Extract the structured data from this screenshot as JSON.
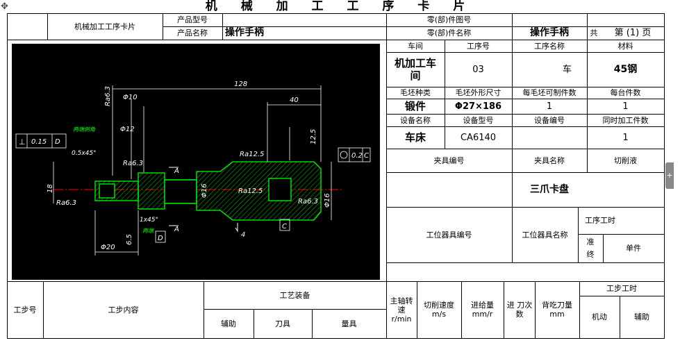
{
  "title": "机 械 加 工 工 序 卡 片",
  "header": {
    "card_name": "机械加工工序卡片",
    "product_model_label": "产品型号",
    "product_model_value": "",
    "product_name_label": "产品名称",
    "product_name_value": "操作手柄",
    "part_no_label": "零(部)件图号",
    "part_no_value": "",
    "part_name_label": "零(部)件名称",
    "part_name_value": "操作手柄",
    "total_label": "共",
    "page_label": "第 (1) 页"
  },
  "info": {
    "workshop_label": "车间",
    "workshop_value": "机加工车间",
    "process_no_label": "工序号",
    "process_no_value": "03",
    "process_name_label": "工序名称",
    "process_name_value": "车",
    "material_label": "材料",
    "material_value": "45钢",
    "blank_type_label": "毛坯种类",
    "blank_type_value": "锻件",
    "blank_size_label": "毛坯外形尺寸",
    "blank_size_value": "Φ27×186",
    "parts_per_blank_label": "每毛坯可制件数",
    "parts_per_blank_value": "1",
    "parts_per_unit_label": "每台件数",
    "parts_per_unit_value": "1",
    "equip_name_label": "设备名称",
    "equip_name_value": "车床",
    "equip_model_label": "设备型号",
    "equip_model_value": "CA6140",
    "equip_no_label": "设备编号",
    "equip_no_value": "",
    "simul_label": "同时加工件数",
    "simul_value": "1",
    "fixture_no_label": "夹具编号",
    "fixture_name_label": "夹具名称",
    "fixture_name_value": "三爪卡盘",
    "coolant_label": "切削液",
    "station_tool_no_label": "工位器具编号",
    "station_tool_name_label": "工位器具名称",
    "process_time_label": "工序工时",
    "prep_label": "准终",
    "unit_label": "单件"
  },
  "steps": {
    "step_no": "工步号",
    "step_content": "工步内容",
    "equipment": "工艺装备",
    "aux": "辅助",
    "cutter": "刀具",
    "gauge": "量具",
    "spindle": "主轴转速 r/min",
    "cut_speed": "切削速度 m/s",
    "feed": "进给量 mm/r",
    "passes": "进 刀次数",
    "depth": "背吃刀量 mm",
    "step_time": "工步工时",
    "machine": "机动",
    "aux_time": "辅助"
  },
  "drawing": {
    "dim_128": "128",
    "dim_40": "40",
    "dim_phi10": "Φ10",
    "dim_phi12": "Φ12",
    "dim_18": "18",
    "dim_phi20": "Φ20",
    "dim_65": "6.5",
    "dim_phi16a": "Φ16",
    "dim_phi16b": "Φ16",
    "dim_125": "12.5",
    "dim_4": "4",
    "chamfer_a": "0.5x45°",
    "chamfer_b": "1x45°",
    "ra_63a": "Ra6.3",
    "ra_63b": "Ra6.3",
    "ra_63c": "Ra6.3",
    "ra_125a": "Ra12.5",
    "ra_125b": "Ra12.5",
    "ra_63d": "Ra6.3",
    "gdt_left_val": "0.15",
    "gdt_left_ref": "D",
    "gdt_right_val": "0.2",
    "gdt_right_ref": "C",
    "datum_c": "C",
    "datum_d": "D",
    "section_a1": "A",
    "section_a2": "A",
    "note_a": "两端倒角",
    "note_b": "两端"
  },
  "colors": {
    "drawing_bg": "#000000",
    "outline": "#00ff00",
    "dims": "#ffffff",
    "center": "#ff0000",
    "hatch": "#00cc00"
  }
}
